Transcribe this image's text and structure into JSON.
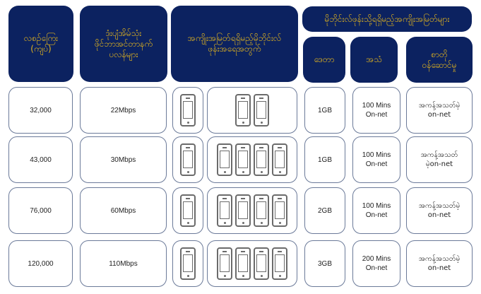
{
  "colors": {
    "header_bg": "#0c2260",
    "header_text": "#e3b51e",
    "cell_border": "#6b7a99",
    "phone_icon": "#6b6b6b"
  },
  "headers": {
    "price": "လစဉ်ကြေး\n(ကျပ်)",
    "speed": "ဒုံးပျံအိမ်သုံး\nဖိုင်ဘာအင်တာနက်\nပလန်များ",
    "devices": "အကျိုးအမြတ်ရရှိမည့်မိုဘိုင်းလ်\nဖုန်းအရေအတွက်",
    "mobile_benefits": "မိုဘိုင်းလ်ဖုန်းသို့ရရှိမည့်အကျိုးအမြတ်များ",
    "data": "ဒေတာ",
    "voice": "အသံ",
    "sms": "စာတို\nဝန်ဆောင်မှု"
  },
  "rows": [
    {
      "price": "32,000",
      "speed": "22Mbps",
      "main_phones": 1,
      "extra_phones": 2,
      "data": "1GB",
      "voice": "100 Mins\nOn-net",
      "sms": "အကန့်အသတ်မဲ့\non-net"
    },
    {
      "price": "43,000",
      "speed": "30Mbps",
      "main_phones": 1,
      "extra_phones": 4,
      "data": "1GB",
      "voice": "100 Mins\nOn-net",
      "sms": "အကန့်အသတ်\nမဲ့on-net"
    },
    {
      "price": "76,000",
      "speed": "60Mbps",
      "main_phones": 1,
      "extra_phones": 4,
      "data": "2GB",
      "voice": "100 Mins\nOn-net",
      "sms": "အကန့်အသတ်မဲ့\non-net"
    },
    {
      "price": "120,000",
      "speed": "110Mbps",
      "main_phones": 1,
      "extra_phones": 4,
      "data": "3GB",
      "voice": "200 Mins\nOn-net",
      "sms": "အကန့်အသတ်မဲ့\non-net"
    }
  ]
}
